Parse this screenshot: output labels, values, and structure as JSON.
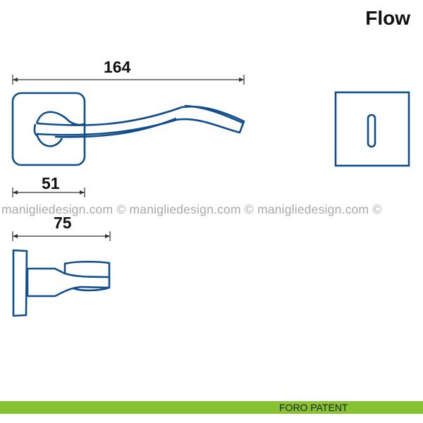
{
  "title": "Flow",
  "dimensions": {
    "length": "164",
    "rose_width": "51",
    "projection": "75"
  },
  "watermark": "maniglie­design.com © maniglie­design.com © maniglie­design.com ©",
  "footer": {
    "label": "FORO PATENT"
  },
  "colors": {
    "drawing": "#0f4d8c",
    "footer_bar": "#86c232",
    "watermark": "#a8a8a8"
  }
}
